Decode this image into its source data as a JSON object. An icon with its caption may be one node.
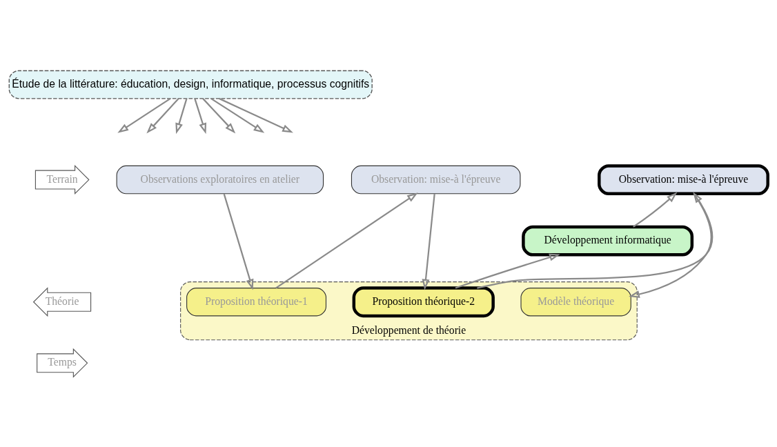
{
  "diagram": {
    "nodes": [
      {
        "text": [
          "Étude de la littérature: éducation, design, informatique, processus cognitifs"
        ]
      },
      {
        "text": [
          "Observations exploratoires en atelier"
        ]
      },
      {
        "text": [
          "Observation: mise-à l'épreuve"
        ]
      },
      {
        "text": [
          "Observation: mise-à l'épreuve"
        ]
      },
      {
        "text": [
          "Développement informatique"
        ]
      },
      {
        "text": [
          "Développement de théorie"
        ]
      },
      {
        "text": [
          "Proposition théorique-1"
        ],
        "in": 5
      },
      {
        "text": [
          "Proposition théorique-2"
        ],
        "in": 5
      },
      {
        "text": [
          "Modèle théorique"
        ],
        "in": 5
      },
      {
        "text": [
          "Terrain"
        ]
      },
      {
        "text": [
          "Théorie"
        ]
      },
      {
        "text": [
          "Temps"
        ]
      }
    ],
    "edges": [
      {
        "from": 0,
        "to": null,
        "arrow": "to"
      },
      {
        "from": 0,
        "to": null,
        "arrow": "to"
      },
      {
        "from": 0,
        "to": null,
        "arrow": "to"
      },
      {
        "from": 0,
        "to": null,
        "arrow": "to"
      },
      {
        "from": 0,
        "to": null,
        "arrow": "to"
      },
      {
        "from": 0,
        "to": null,
        "arrow": "to"
      },
      {
        "from": 0,
        "to": null,
        "arrow": "to"
      },
      {
        "from": 1,
        "to": 6,
        "arrow": "to"
      },
      {
        "from": 6,
        "to": 2,
        "arrow": "to"
      },
      {
        "from": 2,
        "to": 7,
        "arrow": "to"
      },
      {
        "from": 7,
        "to": 4,
        "arrow": "to"
      },
      {
        "from": 4,
        "to": 3,
        "arrow": "to"
      },
      {
        "from": 7,
        "to": 3,
        "arrow": "to"
      },
      {
        "from": 3,
        "to": 8,
        "arrow": "to"
      }
    ]
  }
}
